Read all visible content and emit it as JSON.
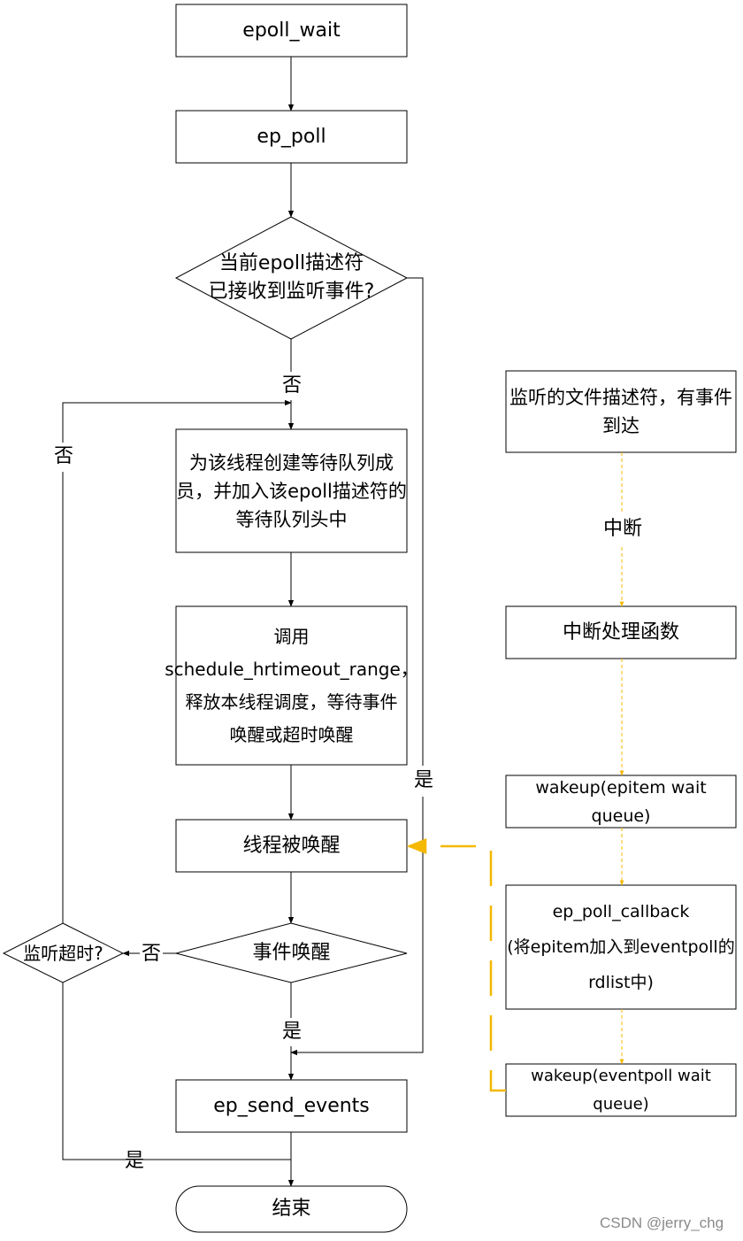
{
  "nodes": {
    "epoll_wait": "epoll_wait",
    "ep_poll": "ep_poll",
    "check_events": "当前epoll描述符\n已接收到监听事件?",
    "create_wait_entry": "为该线程创建等待队列成\n员，并加入该epoll描述符的\n等待队列头中",
    "schedule": "调用\nschedule_hrtimeout_range，\n释放本线程调度，等待事件\n唤醒或超时唤醒",
    "thread_woken": "线程被唤醒",
    "event_wakeup": "事件唤醒",
    "listen_timeout": "监听超时?",
    "ep_send_events": "ep_send_events",
    "end": "结束",
    "fd_event_arrives": "监听的文件描述符，有事件\n到达",
    "interrupt_handler": "中断处理函数",
    "wakeup_epitem": "wakeup(epitem wait queue)",
    "ep_poll_callback": "ep_poll_callback\n(将epitem加入到eventpoll的\nrdlist中)",
    "wakeup_eventpoll": "wakeup(eventpoll wait queue)"
  },
  "labels": {
    "no_from_check": "否",
    "yes_from_check": "是",
    "no_from_event": "否",
    "yes_from_event": "是",
    "no_from_timeout": "否",
    "yes_from_timeout": "是",
    "interrupt": "中断"
  },
  "watermark": "CSDN @jerry_chg",
  "colors": {
    "line": "#000000",
    "dashed_arrow": "#f5b800"
  }
}
